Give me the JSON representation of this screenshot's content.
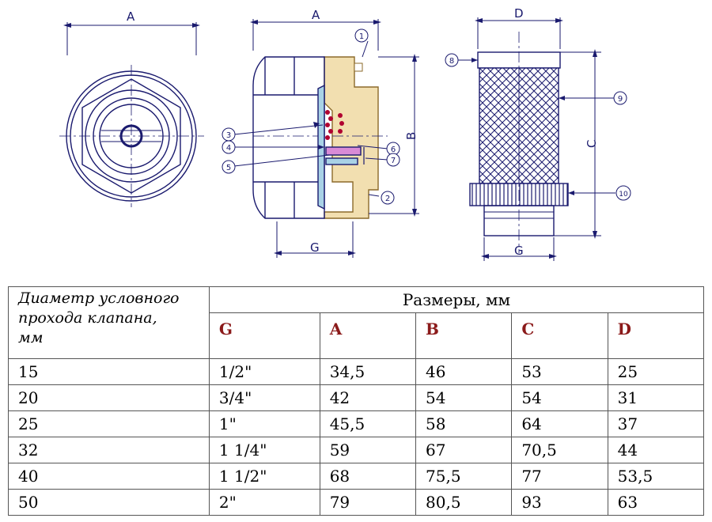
{
  "drawing": {
    "dim_labels": {
      "A": "A",
      "B": "B",
      "C": "C",
      "D": "D",
      "G": "G"
    },
    "callouts": [
      "1",
      "2",
      "3",
      "4",
      "5",
      "6",
      "7",
      "8",
      "9",
      "10"
    ],
    "colors": {
      "line": "#1a1a6e",
      "valve_body": "#f2dfb0",
      "disc": "#a9d2e6",
      "gasket": "#d98bd6",
      "spring": "#b00030"
    }
  },
  "table": {
    "row_header": [
      "Диаметр условного",
      "прохода клапана,",
      "мм"
    ],
    "group_header": "Размеры, мм",
    "columns": [
      "G",
      "A",
      "B",
      "C",
      "D"
    ],
    "rows": [
      [
        "15",
        "1/2\"",
        "34,5",
        "46",
        "53",
        "25"
      ],
      [
        "20",
        "3/4\"",
        "42",
        "54",
        "54",
        "31"
      ],
      [
        "25",
        "1\"",
        "45,5",
        "58",
        "64",
        "37"
      ],
      [
        "32",
        "1 1/4\"",
        "59",
        "67",
        "70,5",
        "44"
      ],
      [
        "40",
        "1 1/2\"",
        "68",
        "75,5",
        "77",
        "53,5"
      ],
      [
        "50",
        "2\"",
        "79",
        "80,5",
        "93",
        "63"
      ]
    ]
  }
}
